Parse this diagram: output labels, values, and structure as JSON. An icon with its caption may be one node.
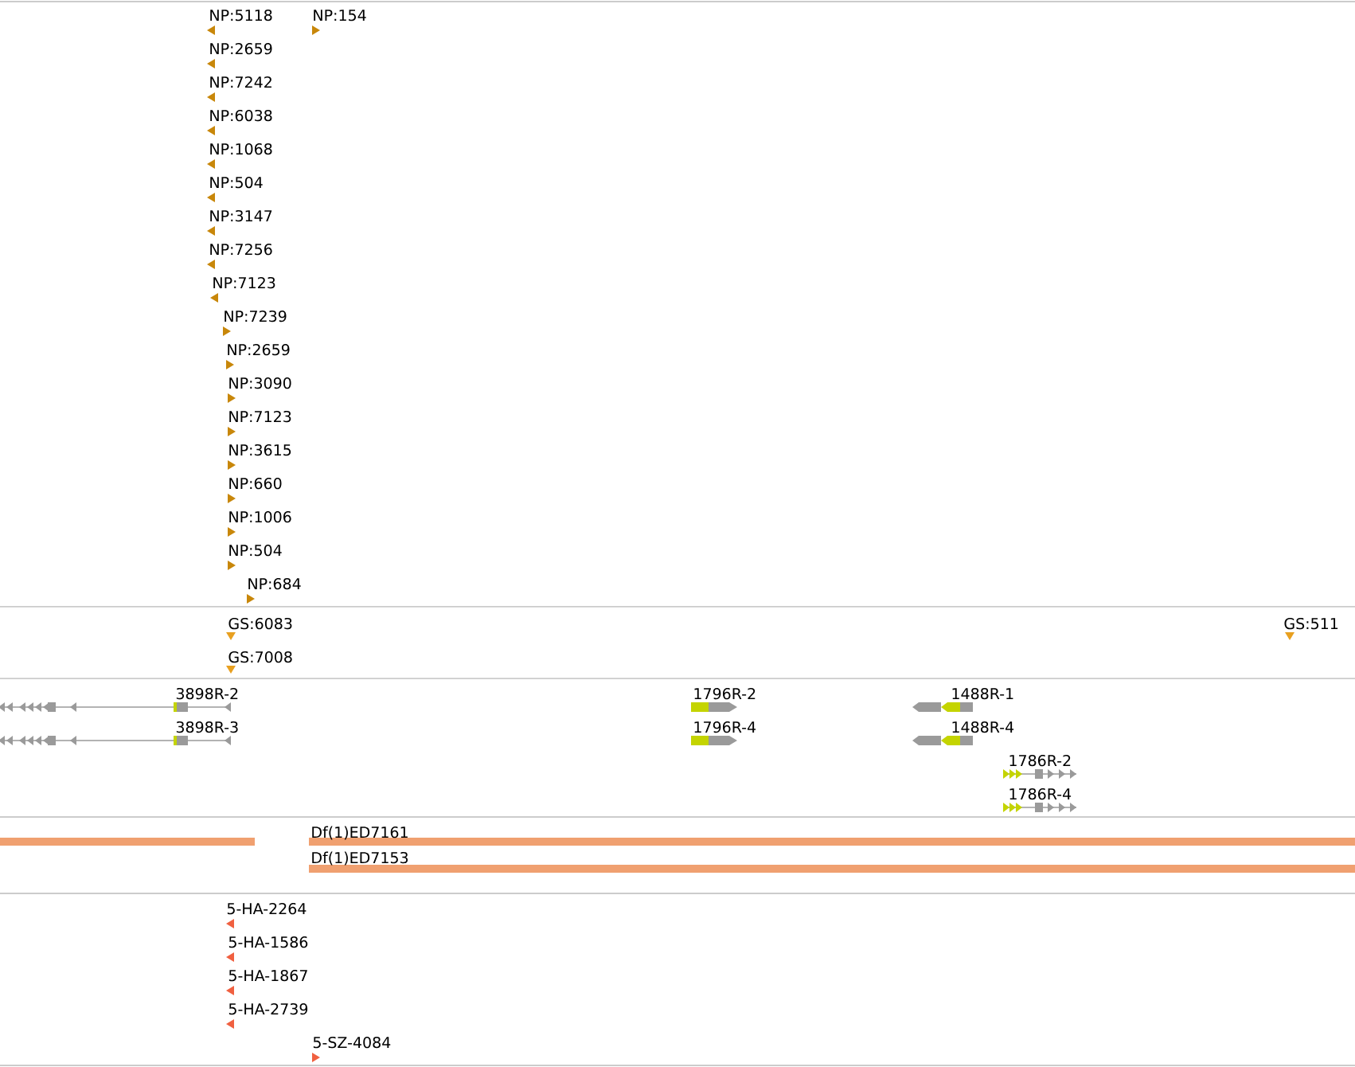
{
  "diagram": {
    "labels": [
      "NP:5118",
      "NP:154",
      "NP:2659",
      "NP:7242",
      "NP:6038",
      "NP:1068",
      "NP:504",
      "NP:3147",
      "NP:7256",
      "NP:7123",
      "NP:7239",
      "NP:2659",
      "NP:3090",
      "NP:7123",
      "NP:3615",
      "NP:660",
      "NP:1006",
      "NP:504",
      "NP:684",
      "GS:6083",
      "GS:511",
      "GS:7008",
      "3898R-2",
      "1796R-2",
      "1488R-1",
      "3898R-3",
      "1796R-4",
      "1488R-4",
      "1786R-2",
      "1786R-4",
      "Df(1)ED7161",
      "Df(1)ED7153",
      "5-HA-2264",
      "5-HA-1586",
      "5-HA-1867",
      "5-HA-2739",
      "5-SZ-4084"
    ]
  }
}
